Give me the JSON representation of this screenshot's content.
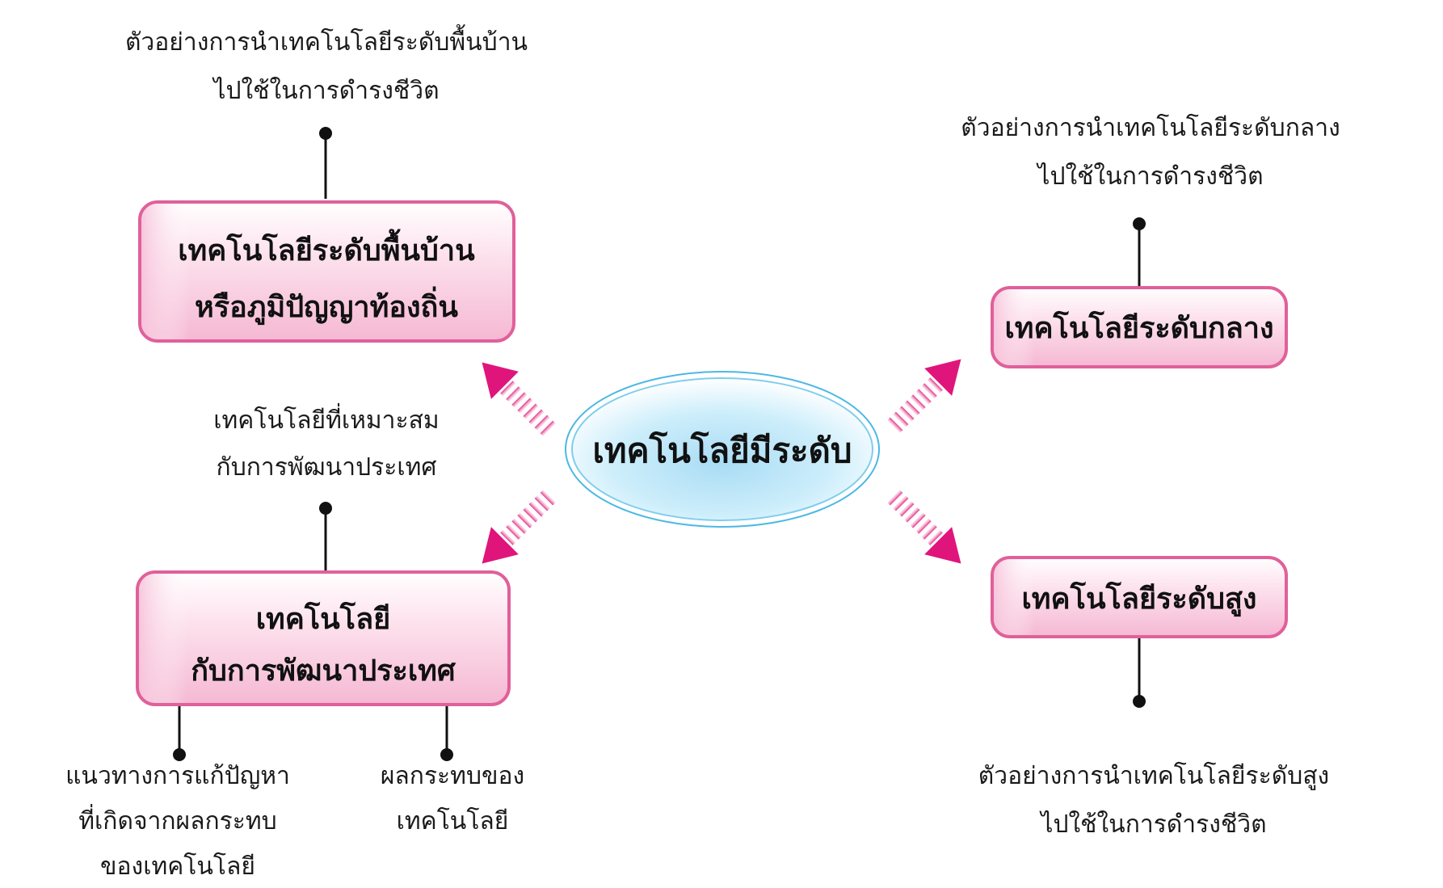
{
  "center": {
    "label": "เทคโนโลยีมีระดับ"
  },
  "boxes": {
    "folk": {
      "line1": "เทคโนโลยีระดับพื้นบ้าน",
      "line2": "หรือภูมิปัญญาท้องถิ่น"
    },
    "intermediate": {
      "label": "เทคโนโลยีระดับกลาง"
    },
    "development": {
      "line1": "เทคโนโลยี",
      "line2": "กับการพัฒนาประเทศ"
    },
    "high": {
      "label": "เทคโนโลยีระดับสูง"
    }
  },
  "notes": {
    "folk_example": {
      "line1": "ตัวอย่างการนำเทคโนโลยีระดับพื้นบ้าน",
      "line2": "ไปใช้ในการดำรงชีวิต"
    },
    "appropriate": {
      "line1": "เทคโนโลยีที่เหมาะสม",
      "line2": "กับการพัฒนาประเทศ"
    },
    "solutions": {
      "line1": "แนวทางการแก้ปัญหา",
      "line2": "ที่เกิดจากผลกระทบ",
      "line3": "ของเทคโนโลยี"
    },
    "impacts": {
      "line1": "ผลกระทบของ",
      "line2": "เทคโนโลยี"
    },
    "intermediate_example": {
      "line1": "ตัวอย่างการนำเทคโนโลยีระดับกลาง",
      "line2": "ไปใช้ในการดำรงชีวิต"
    },
    "high_example": {
      "line1": "ตัวอย่างการนำเทคโนโลยีระดับสูง",
      "line2": "ไปใช้ในการดำรงชีวิต"
    }
  },
  "colors": {
    "box_border": "#e0609a",
    "box_fill": "#f9cde0",
    "box_highlight": "#ffffff",
    "ellipse_border": "#4cb8e4",
    "ellipse_fill": "#bde6f8",
    "arrow": "#e0157c",
    "connector": "#111111"
  }
}
